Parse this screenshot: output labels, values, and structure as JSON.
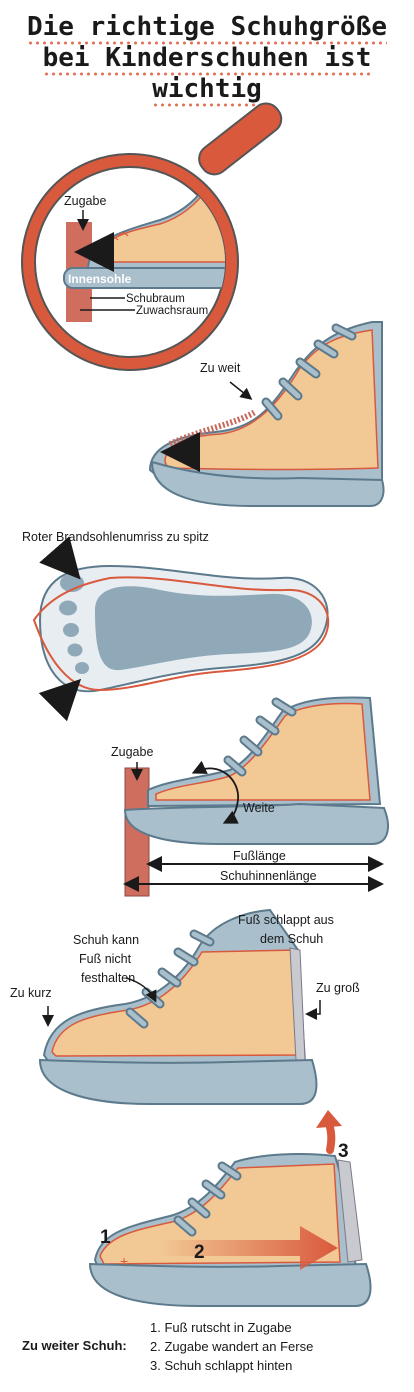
{
  "title": {
    "line1": "Die richtige Schuhgröße",
    "line2": "bei Kinderschuhen ist",
    "line3": "wichtig"
  },
  "magnifier": {
    "zugabe": "Zugabe",
    "innensohle": "Innensohle",
    "schubraum": "Schubraum",
    "zuwachsraum": "Zuwachsraum"
  },
  "shoe_too_wide": {
    "label": "Zu weit"
  },
  "sole_outline": {
    "label": "Roter Brandsohlenumriss zu spitz"
  },
  "measure": {
    "zugabe": "Zugabe",
    "weite": "Weite",
    "fusslaenge": "Fußlänge",
    "schuhinnenlaenge": "Schuhinnenlänge"
  },
  "fit_problems": {
    "schuh_kann_1": "Schuh kann",
    "schuh_kann_2": "Fuß nicht",
    "schuh_kann_3": "festhalten",
    "zu_kurz": "Zu kurz",
    "fuss_schlappt_1": "Fuß schlappt aus",
    "fuss_schlappt_2": "dem Schuh",
    "zu_gross": "Zu groß"
  },
  "slip": {
    "n1": "1",
    "n2": "2",
    "n3": "3"
  },
  "legend": {
    "title": "Zu weiter Schuh:",
    "items": [
      "1. Fuß rutscht in Zugabe",
      "2. Zugabe wandert an Ferse",
      "3. Schuh schlappt hinten"
    ]
  },
  "colors": {
    "sole": "#a9bfcc",
    "sole_stroke": "#5c7a8c",
    "skin": "#f2c894",
    "accent": "#d9593d",
    "zugabe_bar": "#cf6e5f"
  }
}
